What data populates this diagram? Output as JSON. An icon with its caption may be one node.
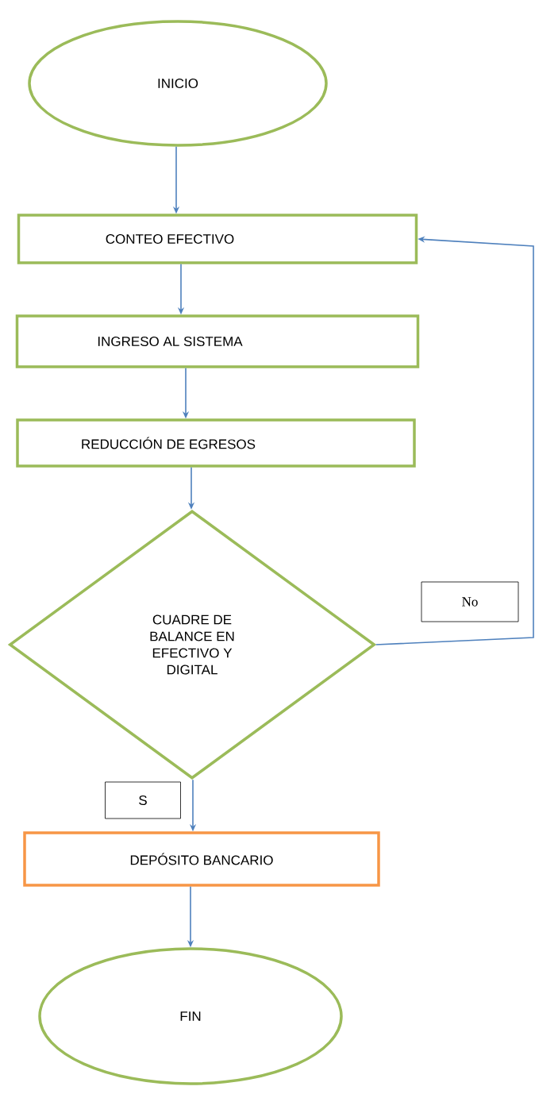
{
  "diagram": {
    "nodes": [
      {
        "text": [
          "INICIO"
        ]
      },
      {
        "text": [
          "CONTEO EFECTIVO"
        ]
      },
      {
        "text": [
          "INGRESO AL SISTEMA"
        ]
      },
      {
        "text": [
          "REDUCCIÓN DE EGRESOS"
        ]
      },
      {
        "text": [
          "CUADRE DE BALANCE EN EFECTIVO Y DIGITAL"
        ]
      },
      {
        "text": [
          "DEPÓSITO BANCARIO"
        ]
      },
      {
        "text": [
          "FIN"
        ]
      }
    ],
    "edges": [
      {
        "from": 0,
        "to": 1,
        "arrow": "to"
      },
      {
        "from": 1,
        "to": 2,
        "arrow": "to"
      },
      {
        "from": 2,
        "to": 3,
        "arrow": "to"
      },
      {
        "from": 3,
        "to": 4,
        "arrow": "to"
      },
      {
        "from": 4,
        "to": 5,
        "arrow": "to",
        "label": "S"
      },
      {
        "from": 5,
        "to": 6,
        "arrow": "to"
      },
      {
        "from": 4,
        "to": 1,
        "arrow": "to",
        "label": "No"
      }
    ]
  }
}
